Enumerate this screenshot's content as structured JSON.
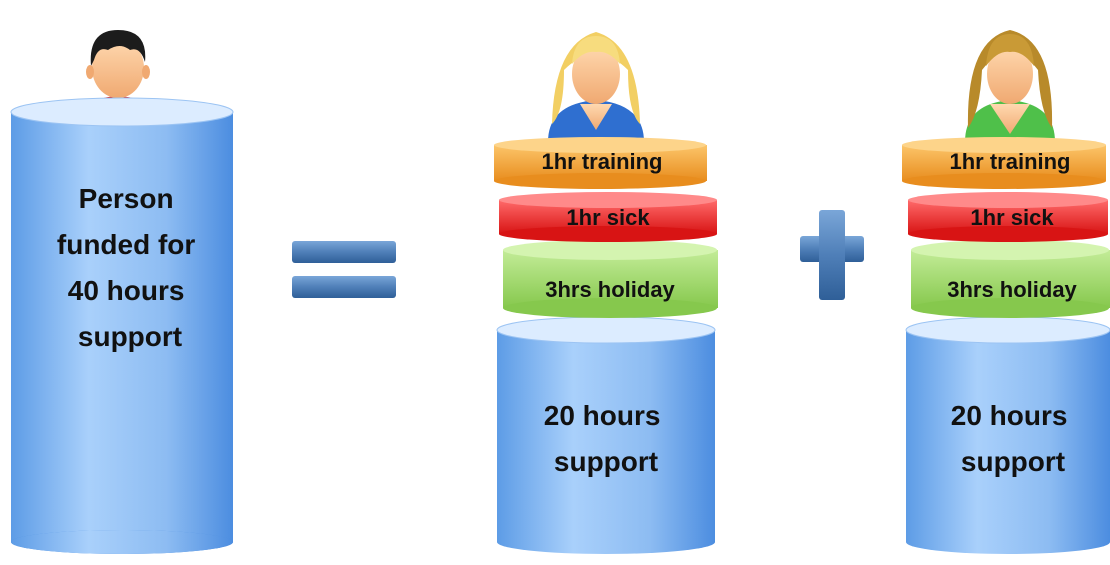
{
  "person": {
    "label_lines": [
      "Person",
      "funded for",
      "40 hours",
      "support"
    ]
  },
  "operators": {
    "equals": "=",
    "plus": "+"
  },
  "workers": [
    {
      "avatar": "blonde-woman-avatar",
      "layers": [
        {
          "label": "1hr training",
          "kind": "training"
        },
        {
          "label": "1hr sick",
          "kind": "sick"
        },
        {
          "label": "3hrs holiday",
          "kind": "holiday"
        }
      ],
      "support_lines": [
        "20 hours",
        "support"
      ]
    },
    {
      "avatar": "brunette-woman-avatar",
      "layers": [
        {
          "label": "1hr training",
          "kind": "training"
        },
        {
          "label": "1hr sick",
          "kind": "sick"
        },
        {
          "label": "3hrs holiday",
          "kind": "holiday"
        }
      ],
      "support_lines": [
        "20 hours",
        "support"
      ]
    }
  ],
  "colors": {
    "support_blue_top": "#dfeeff",
    "support_blue": "#8fbdf3",
    "support_blue_dark": "#4a8fe0",
    "training_orange": "#f5a53a",
    "sick_red": "#ee2a2a",
    "holiday_green": "#9ed66a",
    "operator_blue": "#4f7fb8"
  }
}
